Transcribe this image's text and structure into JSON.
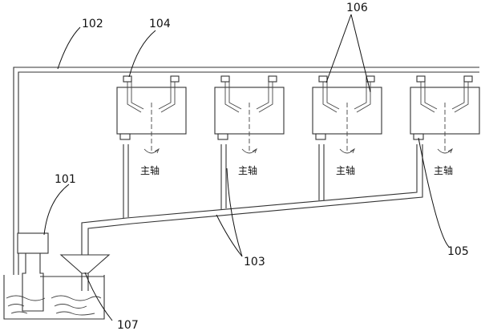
{
  "references": {
    "pipe_top": "102",
    "bracket_first": "104",
    "brackets_pair": "106",
    "pump": "101",
    "return_pipe": "103",
    "outlet": "105",
    "funnel": "107"
  },
  "spindle_label": "主轴",
  "units": [
    {
      "spindle_label": "主轴"
    },
    {
      "spindle_label": "主轴"
    },
    {
      "spindle_label": "主轴"
    },
    {
      "spindle_label": "主轴"
    }
  ]
}
